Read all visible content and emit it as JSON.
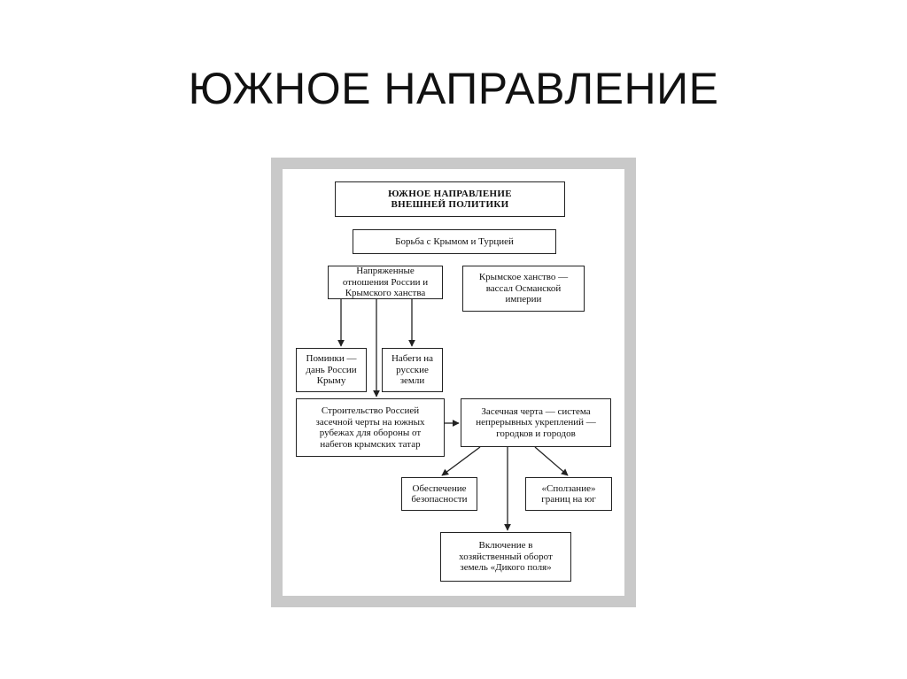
{
  "slide": {
    "title": "ЮЖНОЕ НАПРАВЛЕНИЕ"
  },
  "diagram": {
    "nodes": {
      "root": "ЮЖНОЕ НАПРАВЛЕНИЕ\nВНЕШНЕЙ ПОЛИТИКИ",
      "struggle": "Борьба с Крымом и Турцией",
      "tension": "Напряженные\nотношения России и\nКрымского ханства",
      "vassal": "Крымское ханство —\nвассал Османской\nимперии",
      "tribute": "Поминки —\nдань России\nКрыму",
      "raids": "Набеги на\nрусские\nземли",
      "construction": "Строительство Россией\nзасечной черты на южных\nрубежах для обороны от\nнабегов крымских татар",
      "zasechnaya": "Засечная черта — система\nнепрерывных укреплений —\nгородков и городов",
      "security": "Обеспечение\nбезопасности",
      "shift": "«Сползание»\nграниц на юг",
      "inclusion": "Включение в\nхозяйственный оборот\nземель «Дикого поля»"
    }
  }
}
